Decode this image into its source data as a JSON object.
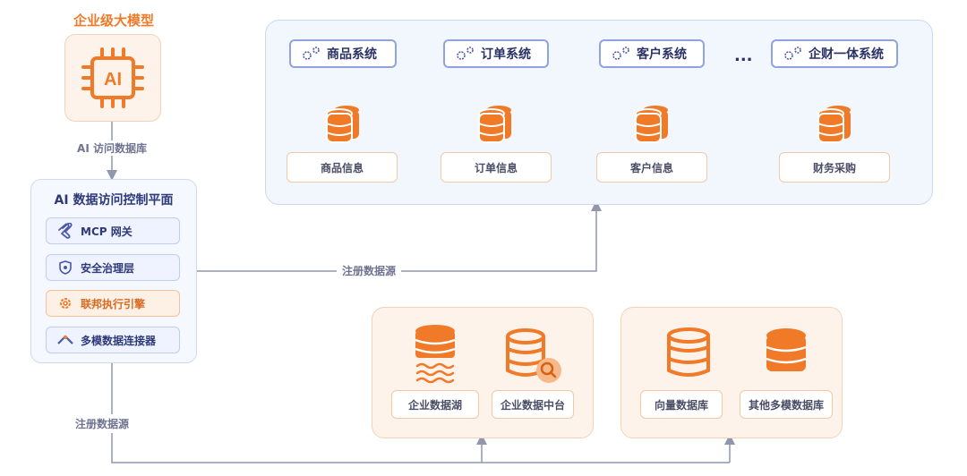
{
  "ai_model": {
    "title": "企业级大模型",
    "chip_text": "AI",
    "access_label": "AI 访问数据库"
  },
  "control_plane": {
    "title": "AI 数据访问控制平面",
    "items": [
      {
        "label": "MCP 网关",
        "icon": "mcp-icon"
      },
      {
        "label": "安全治理层",
        "icon": "shield-icon"
      },
      {
        "label": "联邦执行引擎",
        "icon": "gear-icon"
      },
      {
        "label": "多模数据连接器",
        "icon": "connector-icon"
      }
    ]
  },
  "systems": [
    {
      "name": "商品系统",
      "data": "商品信息"
    },
    {
      "name": "订单系统",
      "data": "订单信息"
    },
    {
      "name": "客户系统",
      "data": "客户信息"
    },
    {
      "name": "企财一体系统",
      "data": "财务采购"
    }
  ],
  "ellipsis": "...",
  "register_labels": {
    "middle": "注册数据源",
    "left": "注册数据源"
  },
  "data_stores": {
    "lake_group": [
      "企业数据湖",
      "企业数据中台"
    ],
    "vector_group": [
      "向量数据库",
      "其他多模数据库"
    ]
  },
  "colors": {
    "orange": "#f07a28",
    "blue_border": "#8fa3de",
    "navy_text": "#2a3166",
    "line": "#8f96ad"
  }
}
